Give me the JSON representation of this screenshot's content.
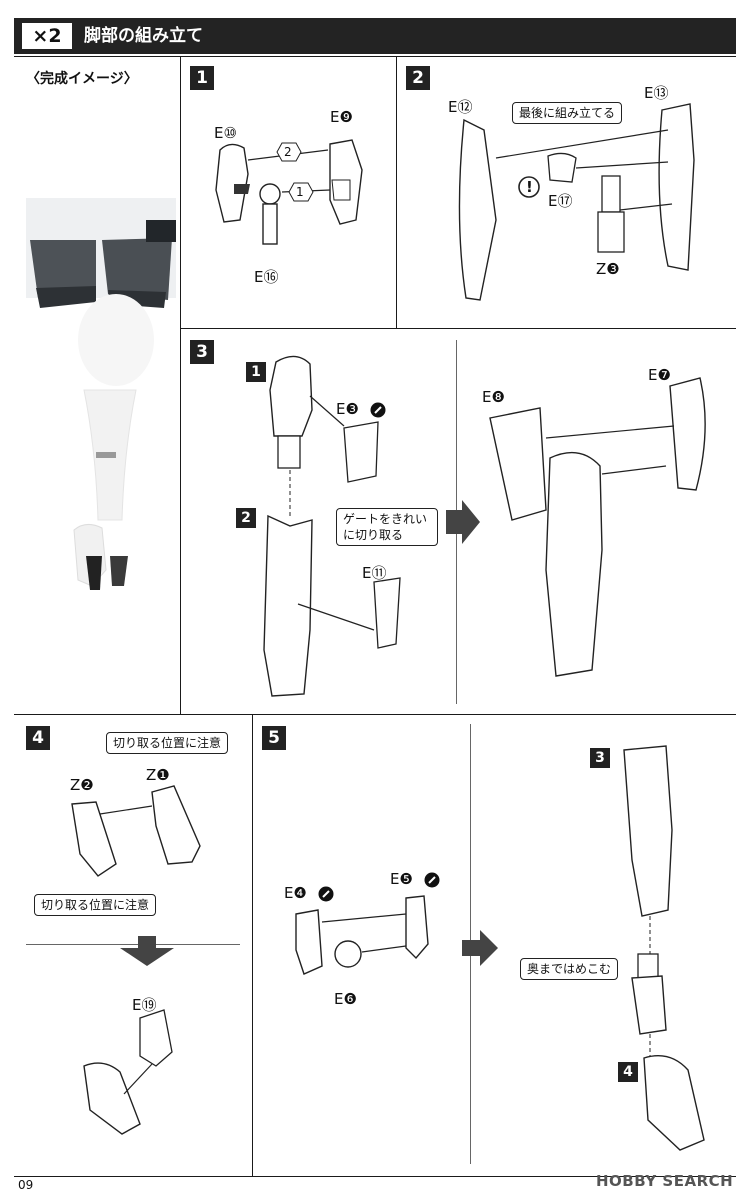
{
  "header": {
    "multiplier": "×2",
    "title": "脚部の組み立て"
  },
  "preview": {
    "caption": "〈完成イメージ〉"
  },
  "steps": {
    "s1": "1",
    "s2": "2",
    "s3": "3",
    "s4": "4",
    "s5": "5",
    "sub1": "1",
    "sub2": "2",
    "big3": "3",
    "big4": "4"
  },
  "parts": {
    "e10": "E⑩",
    "e9": "E❾",
    "e16": "E⑯",
    "e12": "E⑫",
    "e13": "E⑬",
    "e17": "E⑰",
    "z3": "Z❸",
    "e3": "E❸",
    "e11": "E⑪",
    "e8": "E❽",
    "e7": "E❼",
    "z2": "Z❷",
    "z1": "Z❶",
    "e19": "E⑲",
    "e4": "E❹",
    "e5": "E❺",
    "e6": "E❻"
  },
  "order": {
    "one": "1",
    "two": "2"
  },
  "notes": {
    "last_assembly": "最後に組み立てる",
    "cut_gate": "ゲートをきれいに切り取る",
    "cut_position": "切り取る位置に注意",
    "push_in": "奥まではめこむ",
    "warning": "!"
  },
  "footer": {
    "page": "09",
    "watermark": "HOBBY SEARCH"
  },
  "colors": {
    "header_bg": "#232323",
    "line": "#1a1a1a"
  }
}
